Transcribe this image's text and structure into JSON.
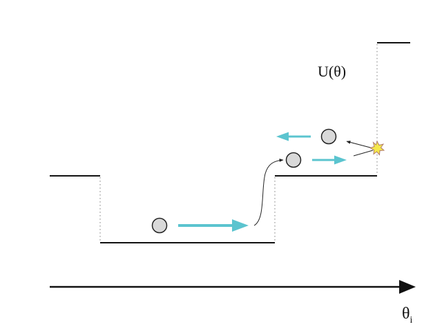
{
  "diagram": {
    "potential_label": "U(θ)",
    "axis_label_main": "θ",
    "axis_label_sub": "i",
    "colors": {
      "line": "#111111",
      "arrow": "#5bc4cf",
      "ball_fill": "#d9d9d9",
      "ball_stroke": "#222222",
      "dotted": "#9a9a9a",
      "collision_fill": "#f5e84b",
      "collision_stroke": "#b07a6a"
    },
    "icons": {
      "collision": "collision-star-icon"
    }
  }
}
